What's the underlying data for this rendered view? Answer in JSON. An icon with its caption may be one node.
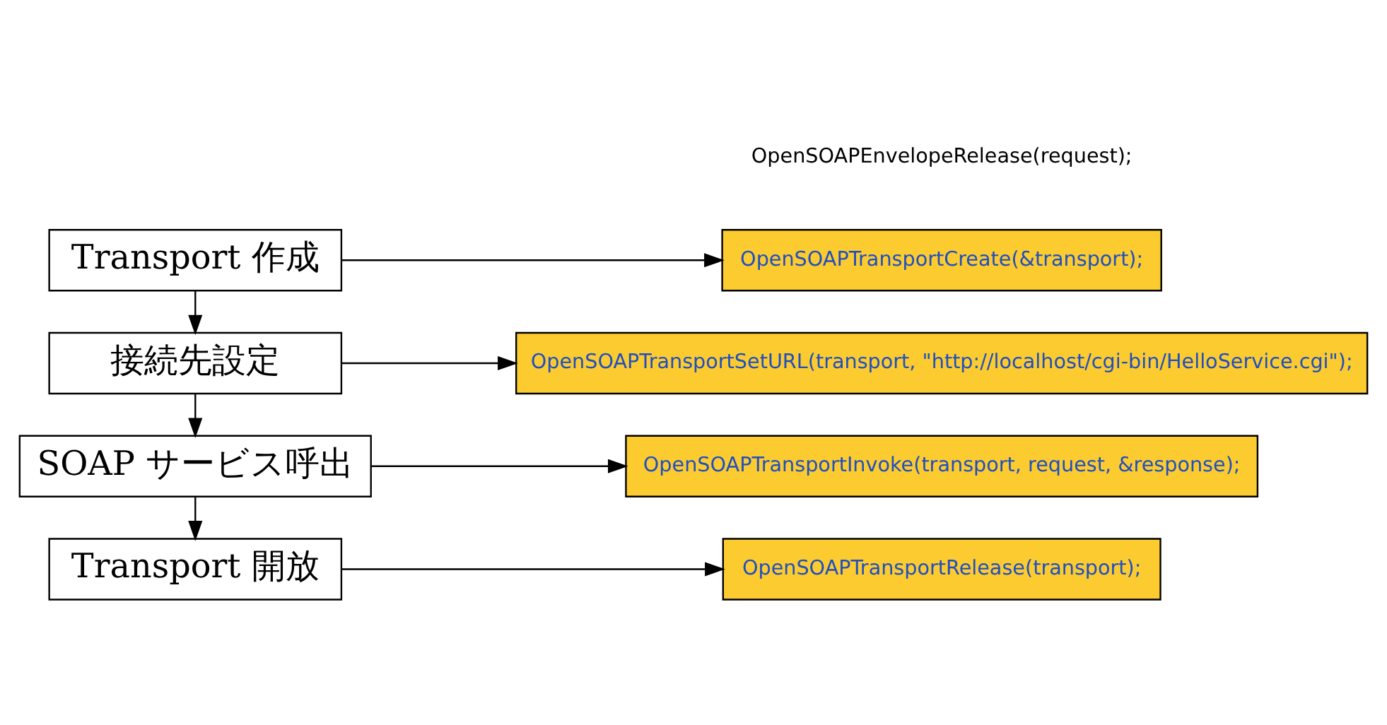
{
  "diagram": {
    "nodes": [
      {
        "text": [
          "Transport 作成"
        ]
      },
      {
        "text": [
          "接続先設定"
        ]
      },
      {
        "text": [
          "SOAP サービス呼出"
        ]
      },
      {
        "text": [
          "Transport 開放"
        ]
      },
      {
        "text": [
          "OpenSOAPTransportCreate(&transport);"
        ]
      },
      {
        "text": [
          "OpenSOAPTransportSetURL(transport, \"http://localhost/cgi-bin/HelloService.cgi\");"
        ]
      },
      {
        "text": [
          "OpenSOAPTransportInvoke(transport, request, &response);"
        ]
      },
      {
        "text": [
          "OpenSOAPTransportRelease(transport);"
        ]
      }
    ],
    "edges": [
      {
        "from": 0,
        "to": 1,
        "arrow": "to"
      },
      {
        "from": 1,
        "to": 2,
        "arrow": "to"
      },
      {
        "from": 2,
        "to": 3,
        "arrow": "to"
      },
      {
        "from": 0,
        "to": 4,
        "arrow": "to"
      },
      {
        "from": 1,
        "to": 5,
        "arrow": "to"
      },
      {
        "from": 2,
        "to": 6,
        "arrow": "to"
      },
      {
        "from": 3,
        "to": 7,
        "arrow": "to"
      }
    ],
    "labels": [
      "OpenSOAPEnvelopeRelease(request);"
    ]
  }
}
